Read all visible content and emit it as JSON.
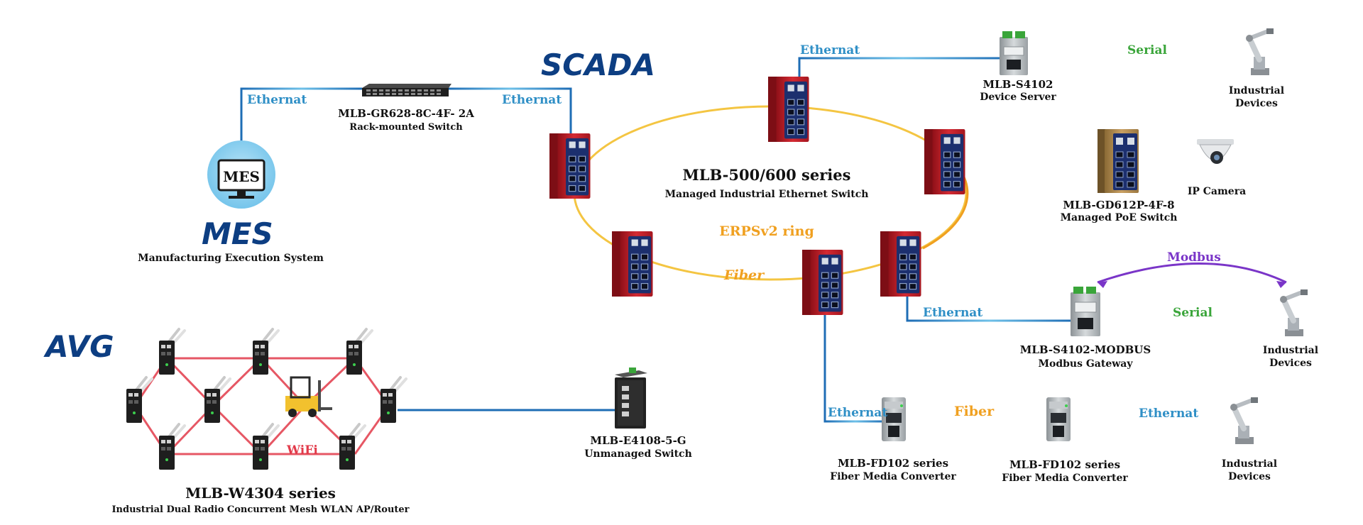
{
  "brands": {
    "scada": "SCADA",
    "mes": "MES",
    "avg": "AVG"
  },
  "labels": {
    "mes_screen": "MES",
    "mes_caption": "Manufacturing Execution System",
    "rack_switch_title": "MLB-GR628-8C-4F- 2A",
    "rack_switch_sub": "Rack-mounted Switch",
    "ring_title": "MLB-500/600 series",
    "ring_sub": "Managed Industrial Ethernet Switch",
    "ring_name": "ERPSv2 ring",
    "ring_fiber": "Fiber",
    "s4102_title": "MLB-S4102",
    "s4102_sub": "Device Server",
    "poe_title": "MLB-GD612P-4F-8",
    "poe_sub": "Managed PoE Switch",
    "ip_camera": "IP Camera",
    "industrial_1": "Industrial",
    "devices_1": "Devices",
    "modbus_gw_title": "MLB-S4102-MODBUS",
    "modbus_gw_sub": "Modbus Gateway",
    "industrial_2": "Industrial",
    "devices_2": "Devices",
    "fd102_a_title": "MLB-FD102 series",
    "fd102_a_sub": "Fiber Media Converter",
    "fd102_b_title": "MLB-FD102 series",
    "fd102_b_sub": "Fiber Media Converter",
    "industrial_3": "Industrial",
    "devices_3": "Devices",
    "e4108_title": "MLB-E4108-5-G",
    "e4108_sub": "Unmanaged Switch",
    "w4304_title": "MLB-W4304 series",
    "w4304_sub": "Industrial Dual Radio Concurrent Mesh WLAN AP/Router",
    "wifi": "WiFi"
  },
  "links": {
    "eth_mes": "Ethernat",
    "eth_scada": "Ethernat",
    "eth_s4102": "Ethernat",
    "serial_s4102": "Serial",
    "eth_modbus": "Ethernat",
    "serial_modbus": "Serial",
    "modbus": "Modbus",
    "eth_fd102": "Ethernat",
    "fiber_fd102": "Fiber",
    "eth_fd102_out": "Ethernat"
  },
  "colors": {
    "ethernet": "#2f8fc6",
    "serial": "#3aa53a",
    "fiber": "#f0a020",
    "ring": "#f4c542",
    "modbus": "#7a35c8",
    "wifi": "#e23a4a",
    "brand": "#0d3e82",
    "switch_red": "#c8202a",
    "switch_blue": "#1c2f6e"
  },
  "icons": [
    "monitor-icon",
    "industrial-switch-icon",
    "rack-switch-icon",
    "device-server-icon",
    "poe-switch-icon",
    "ip-camera-icon",
    "robot-arm-icon",
    "media-converter-icon",
    "unmanaged-switch-icon",
    "wlan-ap-icon",
    "forklift-icon"
  ]
}
